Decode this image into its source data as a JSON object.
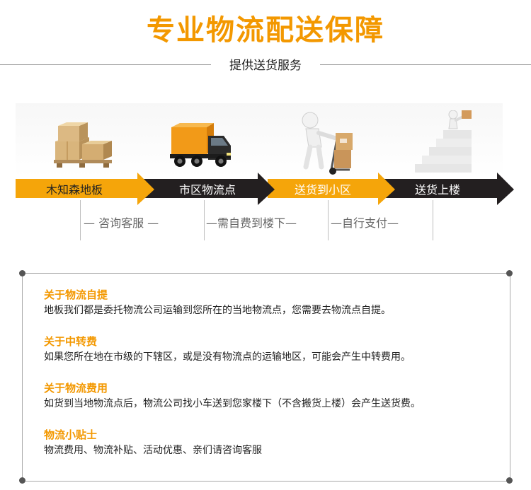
{
  "title": "专业物流配送保障",
  "subtitle": "提供送货服务",
  "steps": [
    {
      "label": "木知森地板",
      "color": "#f5a50a",
      "text_color": "#222222",
      "icon": "wooden-pallet-boxes-icon"
    },
    {
      "label": "市区物流点",
      "color": "#231f20",
      "text_color": "#ffffff",
      "icon": "delivery-truck-icon"
    },
    {
      "label": "送货到小区",
      "color": "#f5a50a",
      "text_color": "#ffffff",
      "icon": "person-hand-truck-icon"
    },
    {
      "label": "送货上楼",
      "color": "#231f20",
      "text_color": "#ffffff",
      "icon": "person-stairs-box-icon"
    }
  ],
  "services": [
    {
      "text": "—   咨询客服   —"
    },
    {
      "text": "—需自费到楼下—"
    },
    {
      "text": "—自行支付—"
    }
  ],
  "notes": [
    {
      "title": "关于物流自提",
      "text": "地板我们都是委托物流公司运输到您所在的当地物流点，您需要去物流点自提。"
    },
    {
      "title": "关于中转费",
      "text": "如果您所在地在市级的下辖区，或是没有物流点的运输地区，可能会产生中转费用。"
    },
    {
      "title": "关于物流费用",
      "text": "如货到当地物流点后，物流公司找小车送到您家楼下（不含搬货上楼）会产生送货费。"
    },
    {
      "title": "物流小贴士",
      "text": "物流费用、物流补贴、活动优惠、亲们请咨询客服"
    }
  ],
  "colors": {
    "accent": "#f39800",
    "dark": "#231f20"
  }
}
